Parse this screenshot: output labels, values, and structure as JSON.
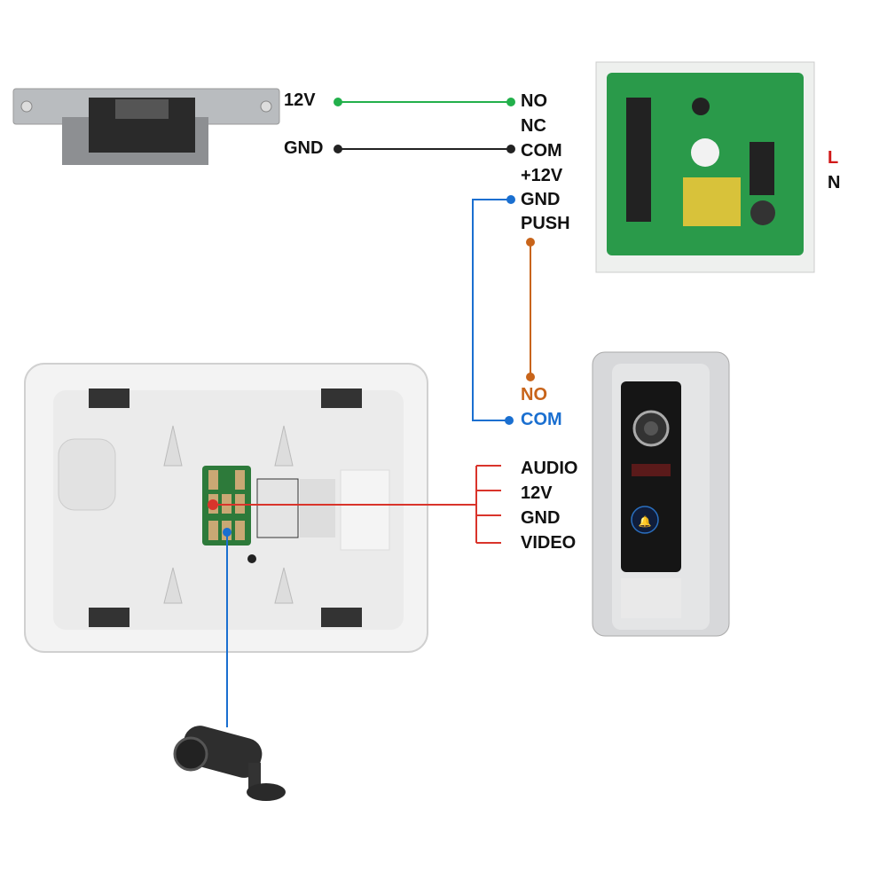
{
  "lock": {
    "pins": [
      "12V",
      "GND"
    ]
  },
  "power_supply": {
    "terminals": [
      "NO",
      "NC",
      "COM",
      "+12V",
      "GND",
      "PUSH"
    ],
    "mains": [
      "L",
      "N"
    ]
  },
  "door_station": {
    "terminals": [
      "NO",
      "COM"
    ]
  },
  "monitor_bus": {
    "terminals": [
      "AUDIO",
      "12V",
      "GND",
      "VIDEO"
    ]
  },
  "colors": {
    "wire_12v": "#22b04b",
    "wire_gnd": "#222222",
    "wire_exit": "#1a6fd0",
    "wire_push": "#c8641a",
    "wire_bus": "#d9342b",
    "mains_L": "#d01818"
  }
}
